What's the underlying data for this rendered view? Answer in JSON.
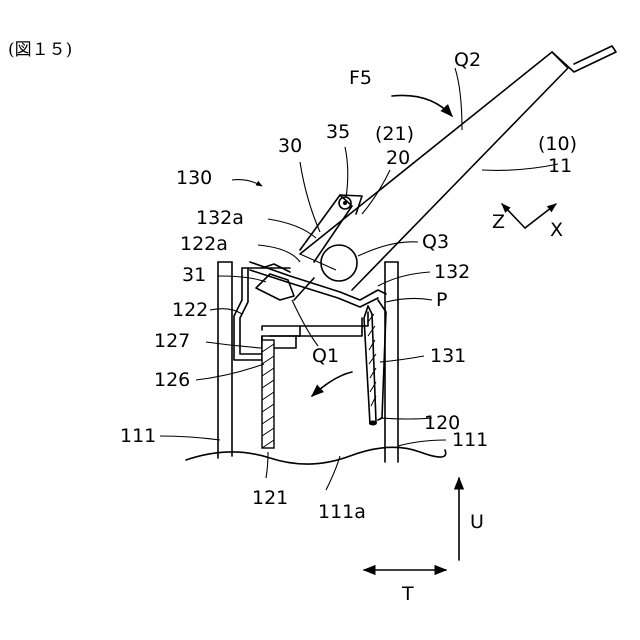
{
  "caption": "(図１５)",
  "labels": {
    "F5": "F5",
    "Q2": "Q2",
    "ref21": "(21)",
    "ref10": "(10)",
    "r35": "35",
    "r30": "30",
    "r20": "20",
    "r11": "11",
    "r130": "130",
    "r132a": "132a",
    "r122a": "122a",
    "Q3": "Q3",
    "r31": "31",
    "r132": "132",
    "P": "P",
    "r122": "122",
    "r127": "127",
    "Q1": "Q1",
    "r131": "131",
    "r126": "126",
    "r120": "120",
    "r111_left": "111",
    "r111_right": "111",
    "r121": "121",
    "r111a": "111a",
    "Z": "Z",
    "X": "X",
    "U": "U",
    "T": "T"
  }
}
